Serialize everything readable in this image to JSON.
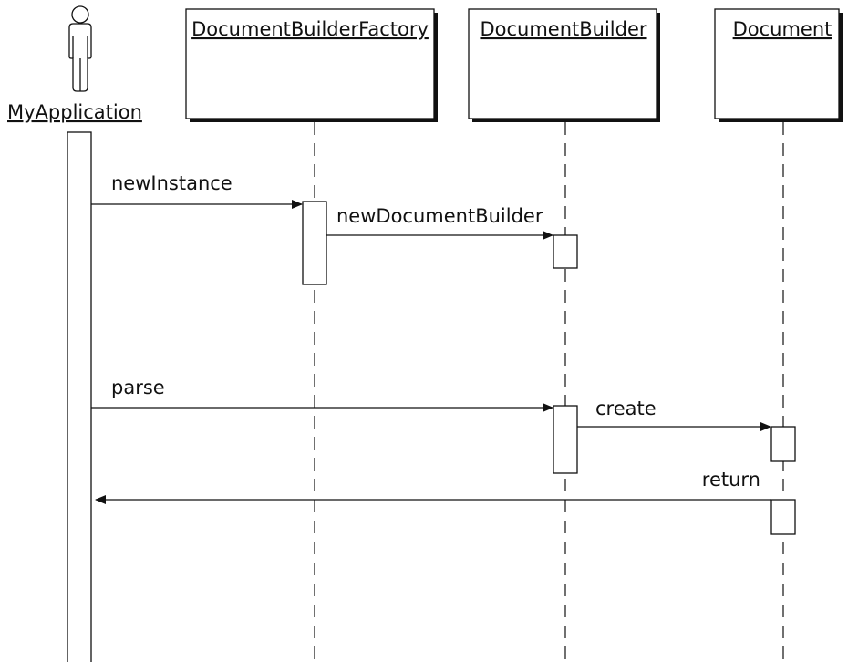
{
  "actor": {
    "name": "MyApplication",
    "icon": "stick-figure-icon"
  },
  "objects": [
    {
      "id": "factory",
      "name": "DocumentBuilderFactory"
    },
    {
      "id": "builder",
      "name": "DocumentBuilder"
    },
    {
      "id": "document",
      "name": "Document"
    }
  ],
  "messages": [
    {
      "from": "actor",
      "to": "factory",
      "label": "newInstance"
    },
    {
      "from": "factory",
      "to": "builder",
      "label": "newDocumentBuilder"
    },
    {
      "from": "actor",
      "to": "builder",
      "label": "parse"
    },
    {
      "from": "builder",
      "to": "document",
      "label": "create"
    },
    {
      "from": "document",
      "to": "actor",
      "label": "return"
    }
  ]
}
